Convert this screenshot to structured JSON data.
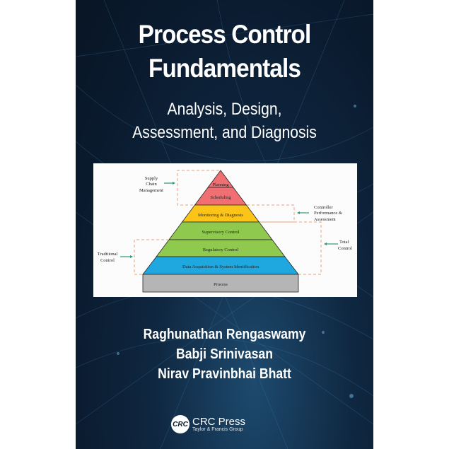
{
  "title_line1": "Process Control",
  "title_line2": "Fundamentals",
  "subtitle_line1": "Analysis, Design,",
  "subtitle_line2": "Assessment, and Diagnosis",
  "diagram": {
    "levels": [
      "Planning",
      "Scheduling",
      "Monitoring & Diagnosis",
      "Supervisory Control",
      "Regulatory Control",
      "Data Acquisition & System Identification",
      "Process"
    ],
    "annotations": {
      "supply_chain": [
        "Supply",
        "Chain",
        "Management"
      ],
      "controller": [
        "Controller",
        "Performance &",
        "Assessment"
      ],
      "total": [
        "Total",
        "Control"
      ],
      "traditional": [
        "Traditional",
        "Control"
      ]
    },
    "colors": {
      "red": "#ef6f72",
      "yellow": "#fcc419",
      "green": "#8fc94e",
      "blue": "#1fa8e0",
      "gray": "#b5b5b5",
      "dash": "#e6a57a",
      "arrow": "#2a9d6e"
    }
  },
  "authors": [
    "Raghunathan Rengaswamy",
    "Babji Srinivasan",
    "Nirav Pravinbhai Bhatt"
  ],
  "publisher": {
    "logo_text": "CRC",
    "name": "CRC Press",
    "tagline": "Taylor & Francis Group"
  }
}
